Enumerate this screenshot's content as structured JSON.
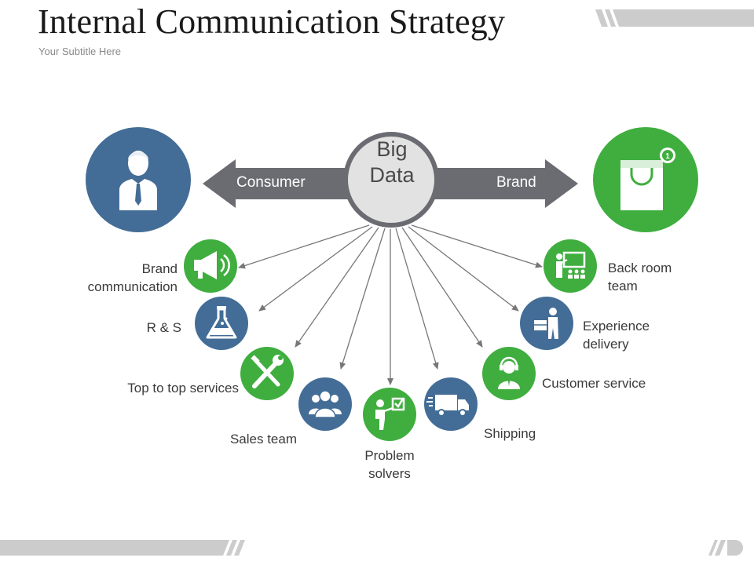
{
  "header": {
    "title": "Internal Communication Strategy",
    "subtitle": "Your Subtitle Here"
  },
  "diagram": {
    "hub": {
      "line1": "Big",
      "line2": "Data"
    },
    "left_arrow": {
      "label": "Consumer",
      "icon": "businessman-icon"
    },
    "right_arrow": {
      "label": "Brand",
      "icon": "shopping-bag-icon",
      "badge": "1"
    },
    "nodes": [
      {
        "id": "brand-communication",
        "line1": "Brand",
        "line2": "communication",
        "icon": "megaphone-icon",
        "color": "#3fae3f"
      },
      {
        "id": "r-and-s",
        "line1": "R & S",
        "line2": "",
        "icon": "flask-icon",
        "color": "#436d96"
      },
      {
        "id": "top-to-top-services",
        "line1": "Top to top services",
        "line2": "",
        "icon": "tools-icon",
        "color": "#3fae3f"
      },
      {
        "id": "sales-team",
        "line1": "Sales team",
        "line2": "",
        "icon": "team-icon",
        "color": "#436d96"
      },
      {
        "id": "problem-solvers",
        "line1": "Problem",
        "line2": "solvers",
        "icon": "presenter-checkmark-icon",
        "color": "#3fae3f"
      },
      {
        "id": "shipping",
        "line1": "Shipping",
        "line2": "",
        "icon": "truck-icon",
        "color": "#436d96"
      },
      {
        "id": "customer-service",
        "line1": "Customer service",
        "line2": "",
        "icon": "headset-agent-icon",
        "color": "#3fae3f"
      },
      {
        "id": "experience-delivery",
        "line1": "Experience",
        "line2": "delivery",
        "icon": "delivery-person-icon",
        "color": "#436d96"
      },
      {
        "id": "back-room-team",
        "line1": "Back room",
        "line2": "team",
        "icon": "presentation-board-icon",
        "color": "#3fae3f"
      }
    ]
  },
  "colors": {
    "green": "#3fae3f",
    "blue": "#436d96",
    "arrow_gray": "#6b6b72",
    "hub_fill": "#e2e2e2",
    "hub_ring": "#6b6b72"
  }
}
